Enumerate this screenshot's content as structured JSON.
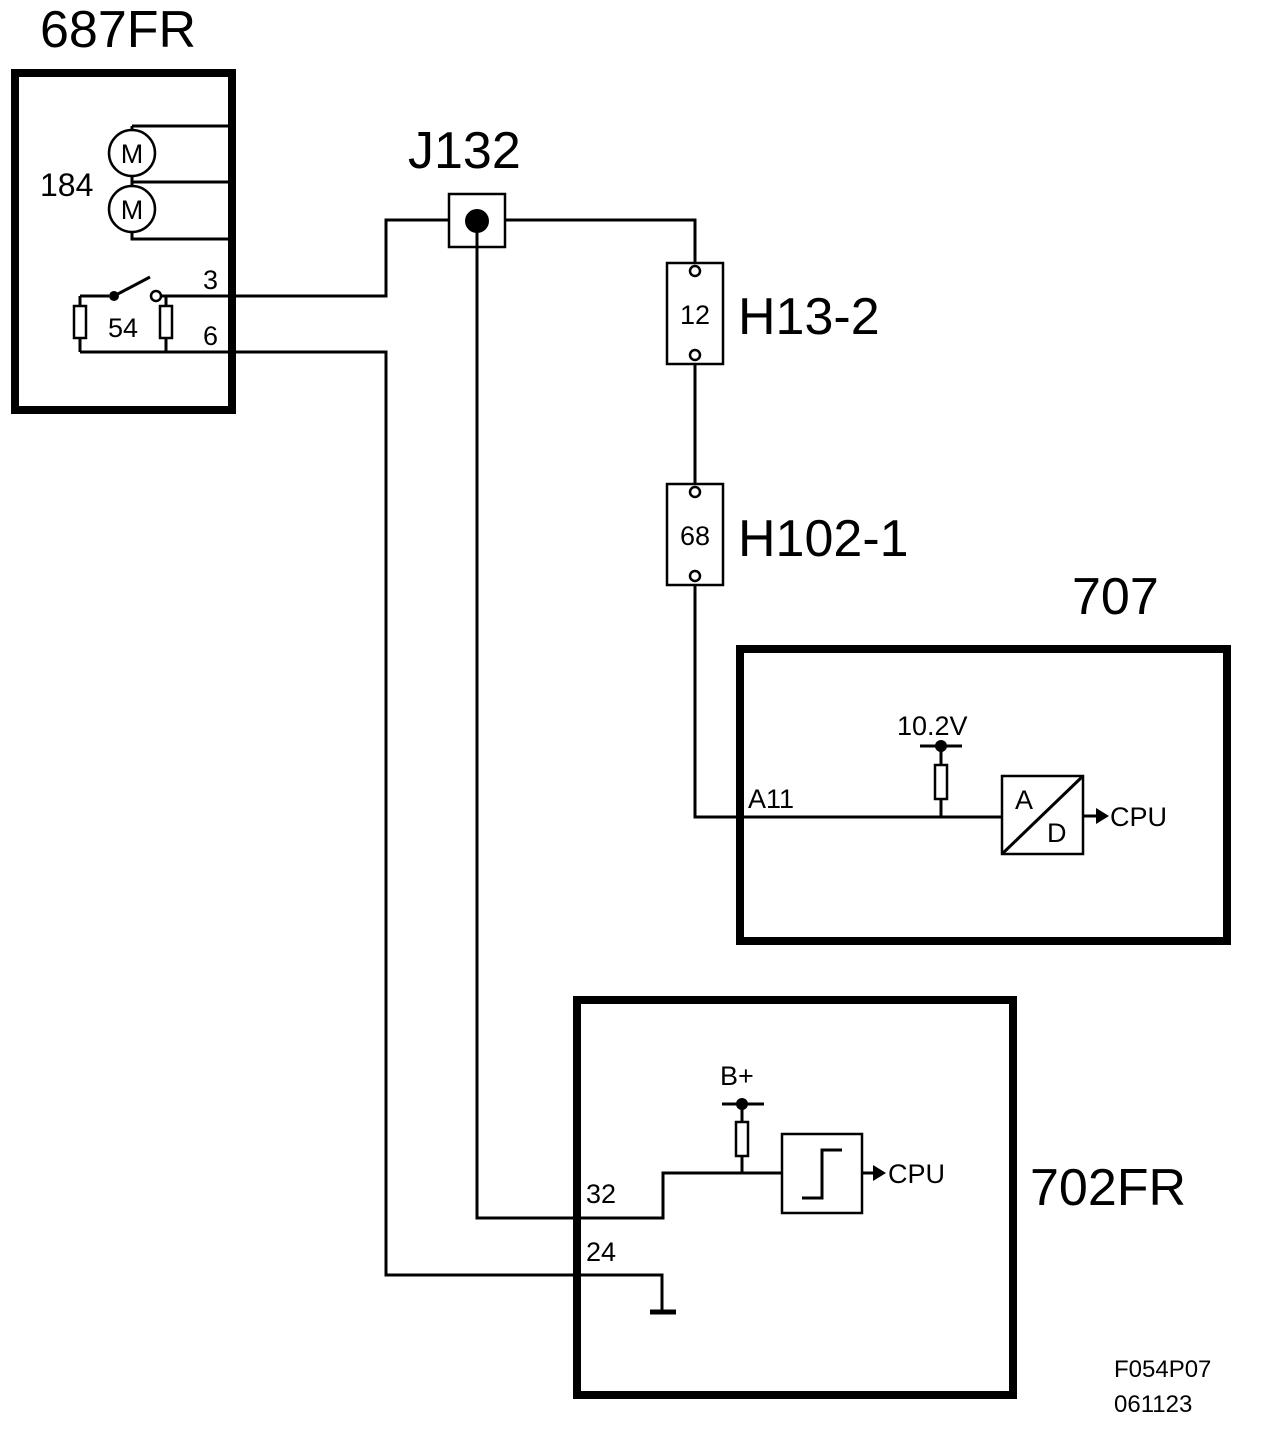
{
  "components": {
    "fan_unit": {
      "label": "687FR",
      "motor_ref": "184",
      "motor_symbol": "M",
      "switch_ref": "54",
      "pin_a": "3",
      "pin_b": "6"
    },
    "junction": {
      "label": "J132"
    },
    "connector_1": {
      "label": "H13-2",
      "pin": "12"
    },
    "connector_2": {
      "label": "H102-1",
      "pin": "68"
    },
    "module_707": {
      "label": "707",
      "pin": "A11",
      "supply": "10.2V",
      "ad_a": "A",
      "ad_d": "D",
      "output": "CPU"
    },
    "module_702": {
      "label": "702FR",
      "pin_signal": "32",
      "pin_ground": "24",
      "supply": "B+",
      "output": "CPU"
    }
  },
  "footer": {
    "code": "F054P07",
    "date": "061123"
  }
}
